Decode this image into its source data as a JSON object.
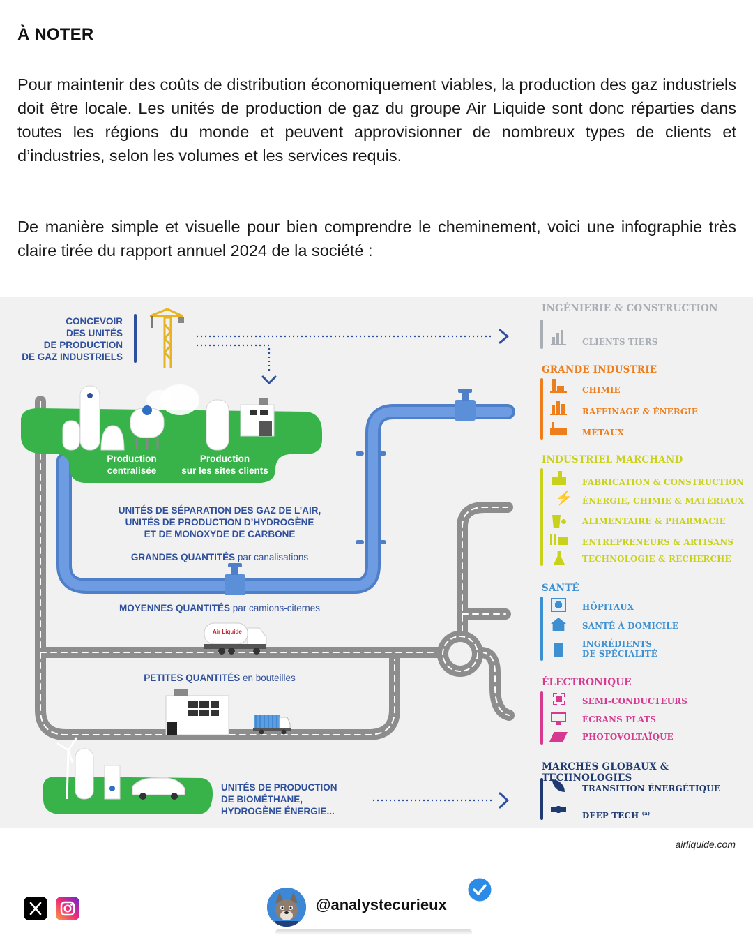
{
  "heading": "À NOTER",
  "paragraphs": [
    "Pour maintenir des coûts de distribution économiquement viables, la production des gaz industriels doit être locale. Les unités de production de gaz du groupe Air Liquide sont donc réparties dans toutes les régions du monde et peuvent approvisionner de nombreux types de clients et d’industries, selon les volumes et les services requis.",
    "De manière simple et visuelle pour bien comprendre le cheminement, voici une infographie très claire tirée du rapport annuel 2024 de la société :"
  ],
  "diagram": {
    "design_label": [
      "CONCEVOIR",
      "DES UNITÉS",
      "DE PRODUCTION",
      "DE GAZ INDUSTRIELS"
    ],
    "production_centralized": [
      "Production",
      "centralisée"
    ],
    "production_onsite": [
      "Production",
      "sur les sites clients"
    ],
    "separation_units": [
      "UNITÉS DE SÉPARATION DES GAZ DE L’AIR,",
      "UNITÉS DE PRODUCTION D’HYDROGÈNE",
      "ET DE MONOXYDE DE CARBONE"
    ],
    "large_qty": {
      "bold": "GRANDES QUANTITÉS",
      "rest": " par canalisations"
    },
    "medium_qty": {
      "bold": "MOYENNES QUANTITÉS",
      "rest": " par camions-citernes"
    },
    "small_qty": {
      "bold": "PETITES QUANTITÉS",
      "rest": " en bouteilles"
    },
    "biomethane_units": [
      "UNITÉS DE PRODUCTION",
      "DE BIOMÉTHANE,",
      "HYDROGÈNE ÉNERGIE..."
    ],
    "truck_brand": "Air Liquide",
    "colors": {
      "pipe": "#5b8fd8",
      "green": "#37b34a",
      "road": "#8d8d8d",
      "grey_cat": "#a9adb4",
      "orange_cat": "#ee7d1b",
      "yellow_cat": "#c9d21a",
      "blue_cat": "#3c8fd1",
      "pink_cat": "#d6398f",
      "navy_cat": "#1f3a70"
    }
  },
  "categories": [
    {
      "title": "INGÉNIERIE & CONSTRUCTION",
      "color": "#a9adb4",
      "items": [
        "CLIENTS TIERS"
      ]
    },
    {
      "title": "GRANDE INDUSTRIE",
      "color": "#ee7d1b",
      "items": [
        "CHIMIE",
        "RAFFINAGE & ÉNERGIE",
        "MÉTAUX"
      ]
    },
    {
      "title": "INDUSTRIEL MARCHAND",
      "color": "#c9d21a",
      "items": [
        "FABRICATION & CONSTRUCTION",
        "ÉNERGIE, CHIMIE & MATÉRIAUX",
        "ALIMENTAIRE & PHARMACIE",
        "ENTREPRENEURS & ARTISANS",
        "TECHNOLOGIE & RECHERCHE"
      ]
    },
    {
      "title": "SANTÉ",
      "color": "#3c8fd1",
      "items": [
        "HÔPITAUX",
        "SANTÉ À DOMICILE",
        "INGRÉDIENTS",
        "DE SPÉCIALITÉ"
      ]
    },
    {
      "title": "ÉLECTRONIQUE",
      "color": "#d6398f",
      "items": [
        "SEMI-CONDUCTEURS",
        "ÉCRANS PLATS",
        "PHOTOVOLTAÏQUE"
      ]
    },
    {
      "title": "MARCHÉS GLOBAUX & TECHNOLOGIES",
      "color": "#1f3a70",
      "items": [
        "TRANSITION ÉNERGÉTIQUE",
        "DEEP TECH"
      ],
      "footnote": "(a)"
    }
  ],
  "credit": "airliquide.com",
  "footer": {
    "handle": "@analystecurieux",
    "x_icon": "x-icon",
    "instagram_icon": "instagram-icon"
  }
}
